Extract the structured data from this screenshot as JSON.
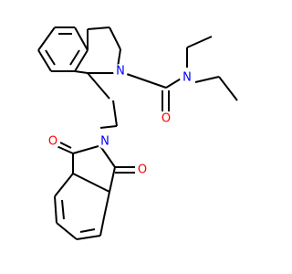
{
  "molecule": {
    "atoms": {
      "n_ring": {
        "symbol": "N",
        "color": "#0000ff"
      },
      "n_amide": {
        "symbol": "N",
        "color": "#0000ff"
      },
      "o_amide": {
        "symbol": "O",
        "color": "#ff0000"
      },
      "n_imide": {
        "symbol": "N",
        "color": "#0000ff"
      },
      "o_imide_top": {
        "symbol": "O",
        "color": "#ff0000"
      },
      "o_imide_bottom": {
        "symbol": "O",
        "color": "#ff0000"
      }
    },
    "bond_color": "#000000"
  }
}
